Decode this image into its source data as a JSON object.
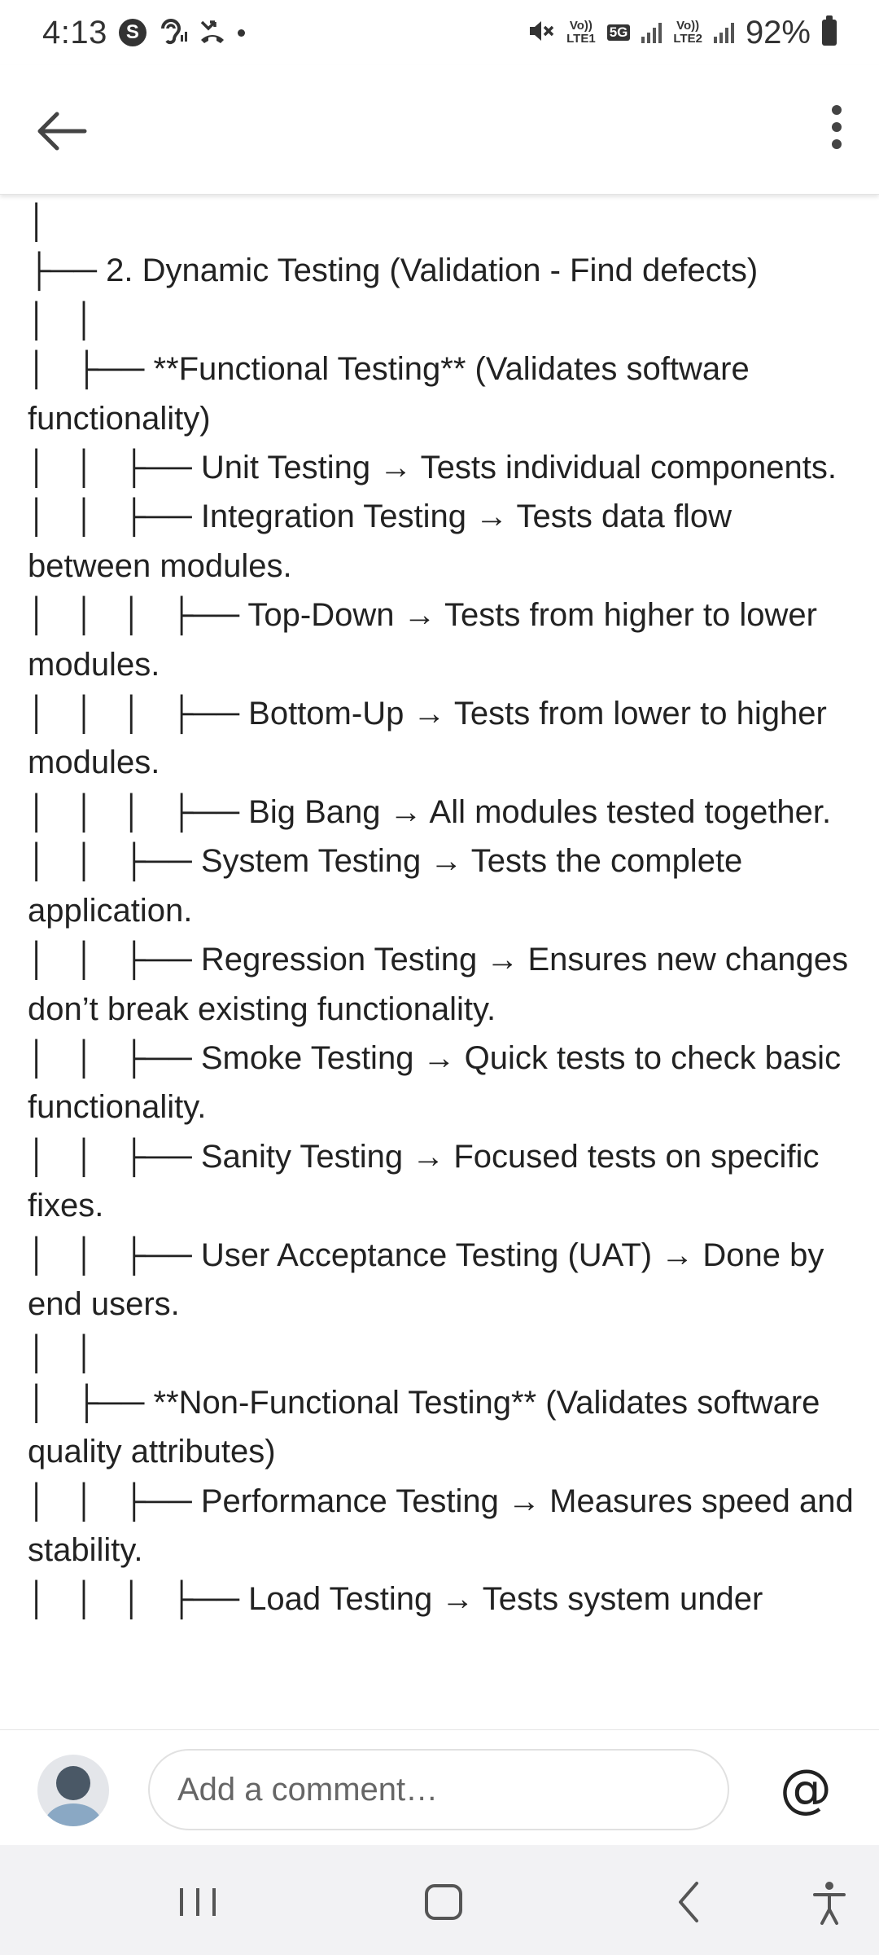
{
  "status_bar": {
    "time": "4:13",
    "s_badge": "S",
    "net1_top": "Vo))",
    "net1_bottom": "LTE1",
    "net_5g": "5G",
    "net2_top": "Vo))",
    "net2_bottom": "LTE2",
    "battery": "92%",
    "icons": [
      "s-app-icon",
      "hearing-icon",
      "missed-call-icon",
      "dot-icon",
      "mute-icon",
      "signal-icon",
      "battery-icon"
    ]
  },
  "app_bar": {
    "back_icon": "arrow-left-icon",
    "more_icon": "more-vertical-icon"
  },
  "tree_lines": [
    "│",
    "├── 2. Dynamic Testing (Validation - Find defects)",
    "│   │",
    "│   ├── **Functional Testing** (Validates software functionality)",
    "│   │   ├── Unit Testing → Tests individual components.",
    "│   │   ├── Integration Testing → Tests data flow between modules.",
    "│   │   │   ├── Top-Down → Tests from higher to lower modules.",
    "│   │   │   ├── Bottom-Up → Tests from lower to higher modules.",
    "│   │   │   ├── Big Bang → All modules tested together.",
    "│   │   ├── System Testing → Tests the complete application.",
    "│   │   ├── Regression Testing → Ensures new changes don’t break existing functionality.",
    "│   │   ├── Smoke Testing → Quick tests to check basic functionality.",
    "│   │   ├── Sanity Testing → Focused tests on specific fixes.",
    "│   │   ├── User Acceptance Testing (UAT) → Done by end users.",
    "│   │",
    "│   ├── **Non-Functional Testing** (Validates software quality attributes)",
    "│   │   ├── Performance Testing → Measures speed and stability.",
    "│   │   │   ├── Load Testing → Tests system under"
  ],
  "comment_bar": {
    "placeholder": "Add a comment…",
    "mention_symbol": "@",
    "avatar_icon": "user-avatar-icon"
  },
  "nav_bar": {
    "icons": [
      "recents-icon",
      "home-icon",
      "back-icon",
      "accessibility-icon"
    ]
  }
}
